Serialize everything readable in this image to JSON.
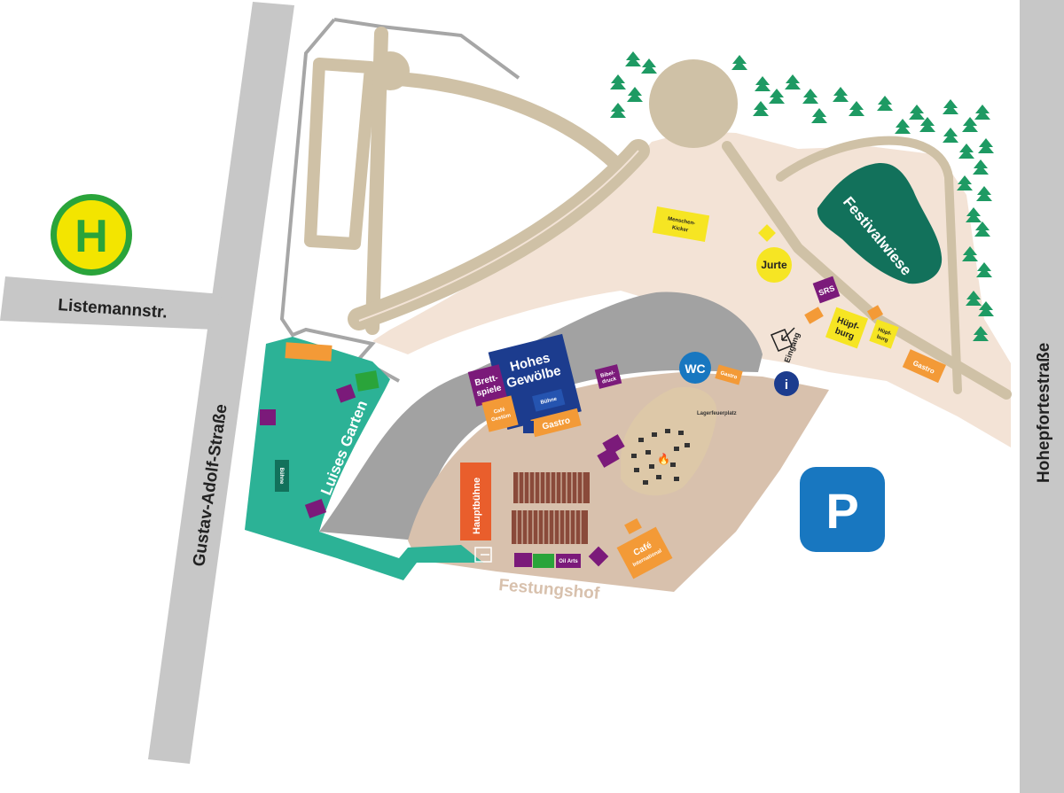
{
  "streets": {
    "listemann": "Listemannstr.",
    "gustav": "Gustav-Adolf-Straße",
    "hohepforte": "Hohepfortestraße"
  },
  "areas": {
    "luises_garten": "Luises Garten",
    "festivalwiese": "Festivalwiese",
    "festungshof": "Festungshof"
  },
  "bus_stop": {
    "letter": "H"
  },
  "parking": {
    "letter": "P"
  },
  "labels": {
    "hohes": "Hohes",
    "gewoelbe": "Gewölbe",
    "buehne": "Bühne",
    "gastro": "Gastro",
    "brettspiele_1": "Brett-",
    "brettspiele_2": "spiele",
    "cafe_1": "Café",
    "cafe_2": "Gestüm",
    "bibel_1": "Bibel-",
    "bibel_2": "druck",
    "wc": "WC",
    "info": "i",
    "eingang": "Eingang",
    "jurte": "Jurte",
    "srs": "SRS",
    "huepf_1": "Hüpf-",
    "huepf_2": "burg",
    "huepf_small_1": "Hüpf-",
    "huepf_small_2": "burg",
    "menschen_1": "Menschen-",
    "menschen_2": "Kicker",
    "hauptbuehne": "Hauptbühne",
    "gastro_right": "Gastro",
    "gastro_small": "Gastro",
    "cafe_int_1": "Café",
    "cafe_int_2": "International",
    "oel_arts": "Oil Arts",
    "buehne_garden": "Bühne",
    "lagerfeuer": "Lagerfeuerplatz"
  },
  "colors": {
    "road": "#c7c7c7",
    "beige": "#f3e3d6",
    "path": "#cfc1a6",
    "court": "#d8c1ad",
    "stone": "#a2a2a2",
    "garden": "#2cb296",
    "meadow": "#12715b",
    "navy": "#1c3c8e",
    "purple": "#7b1a7a",
    "orange": "#f39a37",
    "yellow": "#f6e523",
    "red_orange": "#e95e2c",
    "blue": "#1877c0",
    "tree": "#1e9a63",
    "bus_green": "#2aa43a",
    "bus_yellow": "#f3e500"
  }
}
